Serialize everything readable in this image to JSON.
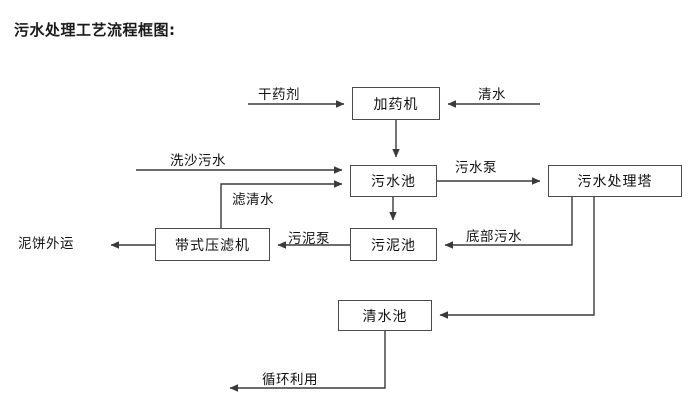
{
  "title": "污水处理工艺流程框图:",
  "colors": {
    "background": "#ffffff",
    "box_border": "#4a4a4a",
    "line": "#3a3a3a",
    "text": "#111111",
    "title_text": "#1a1a1a"
  },
  "nodes": [
    {
      "id": "dosing-machine",
      "label": "加药机"
    },
    {
      "id": "sewage-pool",
      "label": "污水池"
    },
    {
      "id": "sewage-treatment-tower",
      "label": "污水处理塔"
    },
    {
      "id": "belt-filter-press",
      "label": "带式压滤机"
    },
    {
      "id": "sludge-pool",
      "label": "污泥池"
    },
    {
      "id": "clean-water-pool",
      "label": "清水池"
    }
  ],
  "edge_labels": [
    {
      "id": "dry-reagent",
      "label": "干药剂"
    },
    {
      "id": "clean-water-in",
      "label": "清水"
    },
    {
      "id": "sand-washing-sewage",
      "label": "洗沙污水"
    },
    {
      "id": "filtered-clear-water",
      "label": "滤清水"
    },
    {
      "id": "sewage-pump",
      "label": "污水泵"
    },
    {
      "id": "sludge-pump",
      "label": "污泥泵"
    },
    {
      "id": "bottom-sewage",
      "label": "底部污水"
    },
    {
      "id": "mud-cake-output",
      "label": "泥饼外运"
    },
    {
      "id": "recycle-reuse",
      "label": "循环利用"
    }
  ]
}
